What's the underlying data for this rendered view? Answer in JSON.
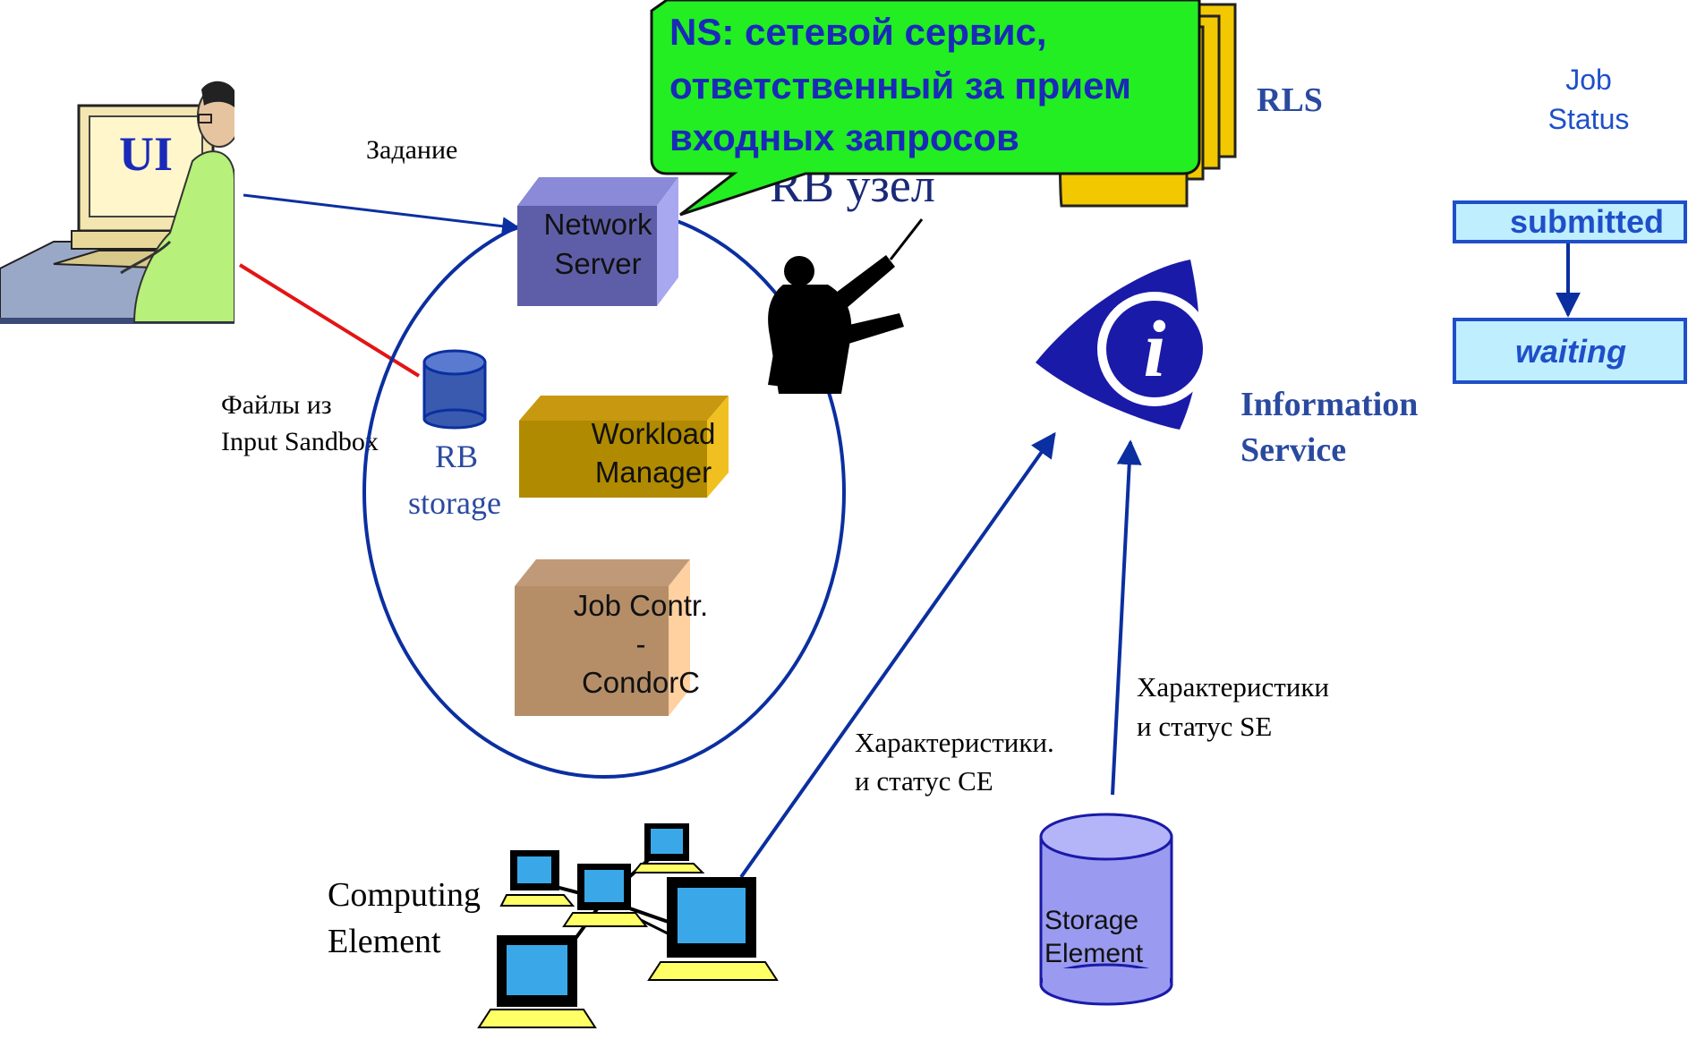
{
  "labels": {
    "ui": "UI",
    "task": "Задание",
    "sandbox_line1": "Файлы из",
    "sandbox_line2": "Input Sandbox",
    "rb_storage_line1": "RB",
    "rb_storage_line2": "storage",
    "rb_node": "RB узел",
    "rls": "RLS",
    "info_service_line1": "Information",
    "info_service_line2": "Service",
    "ce_line1": "Computing",
    "ce_line2": "Element",
    "ce_status_line1": "Характеристики.",
    "ce_status_line2": "и статус CE",
    "se_status_line1": "Характеристики",
    "se_status_line2": "и статус SE",
    "se_line1": "Storage",
    "se_line2": "Element"
  },
  "boxes": {
    "network_server_line1": "Network",
    "network_server_line2": "Server",
    "workload_manager_line1": "Workload",
    "workload_manager_line2": "Manager",
    "job_contr_line1": "Job Contr.",
    "job_contr_line2": "-",
    "job_contr_line3": "CondorC"
  },
  "callout": {
    "line1": "NS: сетевой сервис,",
    "line2": "ответственный за прием",
    "line3": "входных запросов"
  },
  "job_status": {
    "title_line1": "Job",
    "title_line2": "Status",
    "states": [
      "submitted",
      "waiting"
    ]
  },
  "colors": {
    "arrow_blue": "#0b2fa0",
    "sandbox_red": "#e41414",
    "callout_green": "#22ee22",
    "status_cyan": "#bfefff",
    "info_blue": "#1a1aa8",
    "label_blue": "#2a4aa0",
    "status_text_blue": "#1f4fc8"
  },
  "icons": [
    "user-at-computer-icon",
    "conductor-icon",
    "information-eye-icon",
    "documents-stack-icon",
    "database-cylinder-icon",
    "computer-network-icon"
  ]
}
